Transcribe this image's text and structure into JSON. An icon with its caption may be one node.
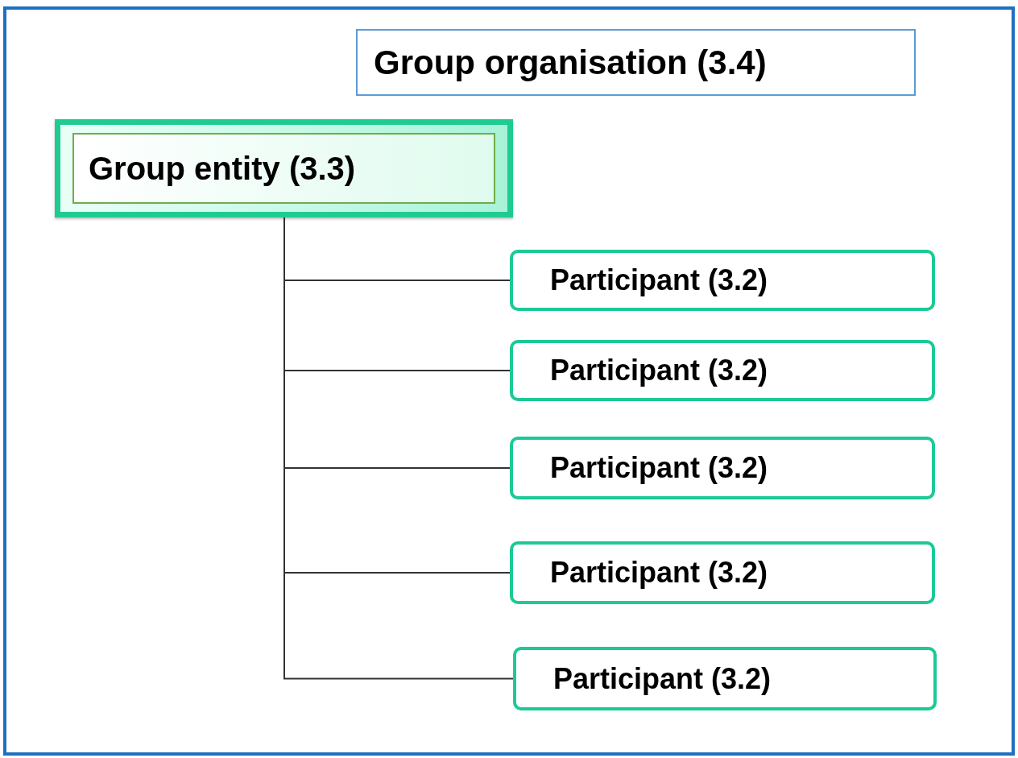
{
  "diagram": {
    "nodes": [
      {
        "text": [
          "Group organisation (3.4)"
        ]
      },
      {
        "text": [
          "Group entity (3.3)"
        ]
      },
      {
        "text": [
          "Participant (3.2)"
        ]
      },
      {
        "text": [
          "Participant (3.2)"
        ]
      },
      {
        "text": [
          "Participant (3.2)"
        ]
      },
      {
        "text": [
          "Participant (3.2)"
        ]
      },
      {
        "text": [
          "Participant (3.2)"
        ]
      }
    ],
    "edges": [
      {
        "from": 1,
        "to": 2,
        "arrow": "none"
      },
      {
        "from": 1,
        "to": 3,
        "arrow": "none"
      },
      {
        "from": 1,
        "to": 4,
        "arrow": "none"
      },
      {
        "from": 1,
        "to": 5,
        "arrow": "none"
      },
      {
        "from": 1,
        "to": 6,
        "arrow": "none"
      }
    ]
  }
}
